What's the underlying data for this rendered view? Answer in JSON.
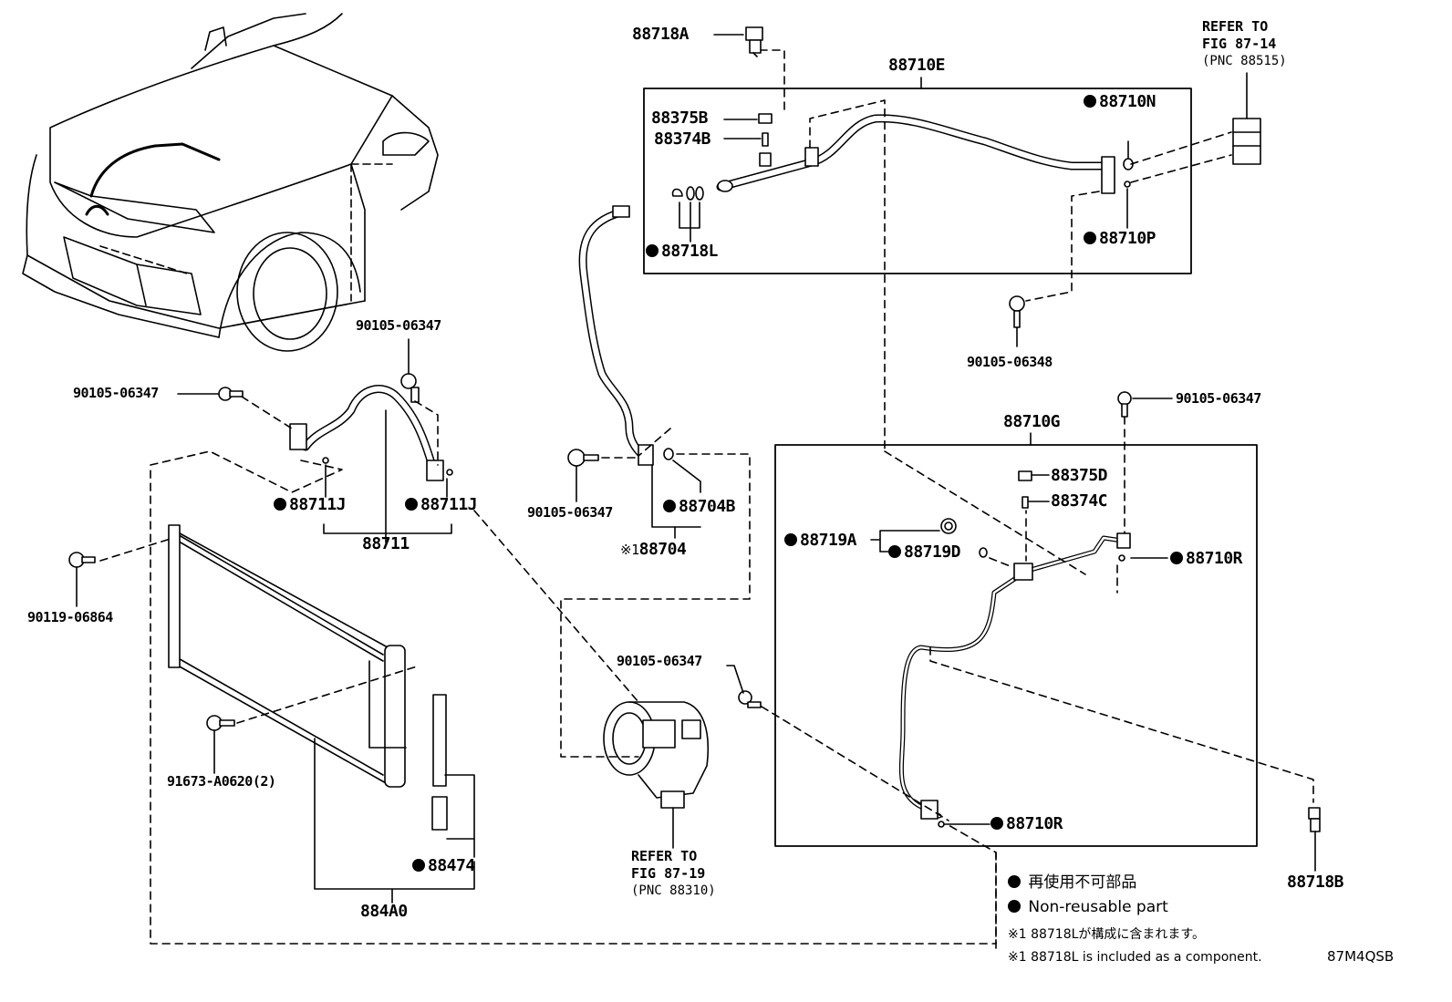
{
  "labels": {
    "l_88718A": "88718A",
    "l_88710E": "88710E",
    "l_88375B": "88375B",
    "l_88374B": "88374B",
    "l_88718L": "88718L",
    "l_88710N": "88710N",
    "l_88710P": "88710P",
    "l_90105_06348": "90105-06348",
    "l_90105_06347_a": "90105-06347",
    "l_90105_06347_b": "90105-06347",
    "l_90105_06347_c": "90105-06347",
    "l_90105_06347_d": "90105-06347",
    "l_90105_06347_e": "90105-06347",
    "l_88711J_a": "88711J",
    "l_88711J_b": "88711J",
    "l_88711": "88711",
    "l_88704B": "88704B",
    "l_88704": "88704",
    "l_88704_mark": "※1",
    "l_90119_06864": "90119-06864",
    "l_91673": "91673-A0620(2)",
    "l_88474": "88474",
    "l_884A0": "884A0",
    "l_88710G": "88710G",
    "l_88375D": "88375D",
    "l_88374C": "88374C",
    "l_88719A": "88719A",
    "l_88719D": "88719D",
    "l_88710R_a": "88710R",
    "l_88710R_b": "88710R",
    "l_88718B": "88718B"
  },
  "references": {
    "top_right": [
      "REFER TO",
      "FIG 87-14",
      "(PNC 88515)"
    ],
    "compressor": [
      "REFER TO",
      "FIG 87-19",
      "(PNC 88310)"
    ]
  },
  "legend": {
    "jp_nonreusable": "再使用不可部品",
    "en_nonreusable": "Non-reusable part",
    "jp_note": "※1 88718Lが構成に含まれます。",
    "en_note": "※1 88718L is included as a component."
  },
  "figure_code": "87M4QSB"
}
